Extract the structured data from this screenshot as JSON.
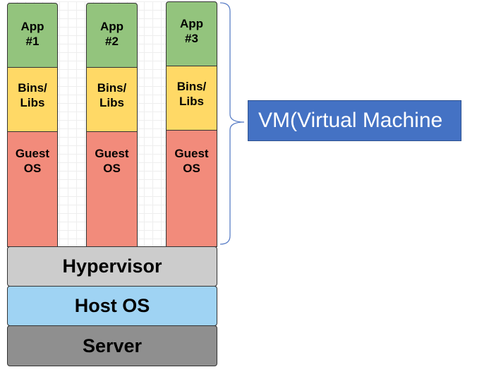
{
  "stacks": [
    {
      "app": "App\n#1",
      "bins": "Bins/\nLibs",
      "guest": "Guest\nOS"
    },
    {
      "app": "App\n#2",
      "bins": "Bins/\nLibs",
      "guest": "Guest\nOS"
    },
    {
      "app": "App\n#3",
      "bins": "Bins/\nLibs",
      "guest": "Guest\nOS"
    }
  ],
  "layers": {
    "hypervisor": "Hypervisor",
    "host_os": "Host OS",
    "server": "Server"
  },
  "vm_label": "VM(Virtual Machine",
  "colors": {
    "app": "#93c47d",
    "bins": "#ffd966",
    "guest": "#f28b7b",
    "hypervisor": "#cccccc",
    "host_os": "#9fd3f3",
    "server": "#8f8f8f",
    "vm_label": "#4472c4",
    "brace": "#5b7fc7"
  }
}
